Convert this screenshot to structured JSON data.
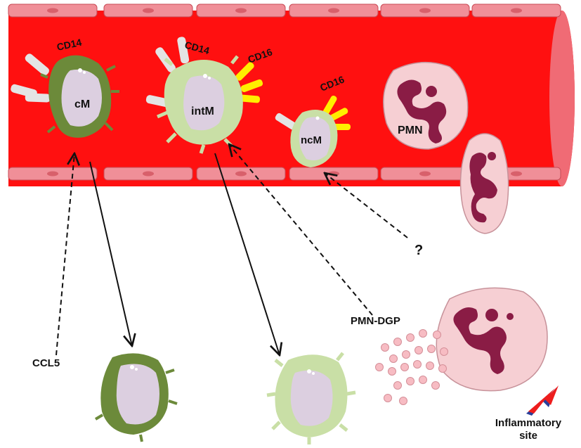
{
  "labels": {
    "cd14_cm": "CD14",
    "cd14_int": "CD14",
    "cd16_int": "CD16",
    "cd16_nc": "CD16",
    "cm": "cM",
    "intm": "intM",
    "ncm": "ncM",
    "pmn": "PMN",
    "question": "?",
    "pmn_dgp": "PMN-DGP",
    "ccl5": "CCL5",
    "inflammatory_line1": "Inflammatory",
    "inflammatory_line2": "site"
  },
  "colors": {
    "vessel": "#ff1010",
    "endothelium": "#f08f98",
    "cm_body": "#6c8a3a",
    "intm_body": "#c9dfa6",
    "ncm_body": "#c9dfa6",
    "nucleus": "#dccfe0",
    "cd16_receptor": "#ffee00",
    "cd14_receptor": "#e4e4e4",
    "pmn_body": "#f6cfd3",
    "pmn_nucleus": "#8a1c45",
    "granule": "#f7bcc3",
    "lightning_red": "#ee1d1d",
    "lightning_blue": "#2a3f9a"
  },
  "icons": [
    "classical-monocyte-icon",
    "intermediate-monocyte-icon",
    "nonclassical-monocyte-icon",
    "neutrophil-icon",
    "lightning-bolt-icon"
  ]
}
